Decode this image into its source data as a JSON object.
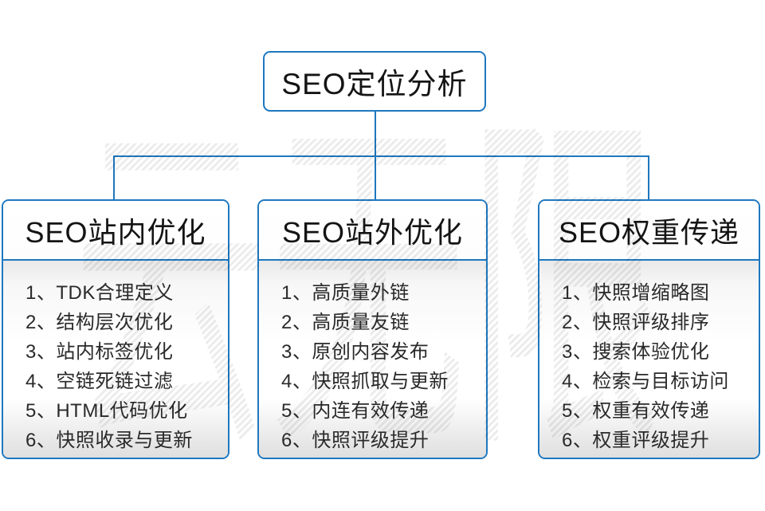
{
  "watermark": {
    "text": "云无限"
  },
  "colors": {
    "accent": "#1e78c0"
  },
  "root_node": {
    "title": "SEO定位分析"
  },
  "columns": [
    {
      "title": "SEO站内优化",
      "items": [
        "1、TDK合理定义",
        "2、结构层次优化",
        "3、站内标签优化",
        "4、空链死链过滤",
        "5、HTML代码优化",
        "6、快照收录与更新"
      ]
    },
    {
      "title": "SEO站外优化",
      "items": [
        "1、高质量外链",
        "2、高质量友链",
        "3、原创内容发布",
        "4、快照抓取与更新",
        "5、内连有效传递",
        "6、快照评级提升"
      ]
    },
    {
      "title": "SEO权重传递",
      "items": [
        "1、快照增缩略图",
        "2、快照评级排序",
        "3、搜索体验优化",
        "4、检索与目标访问",
        "5、权重有效传递",
        "6、权重评级提升"
      ]
    }
  ]
}
